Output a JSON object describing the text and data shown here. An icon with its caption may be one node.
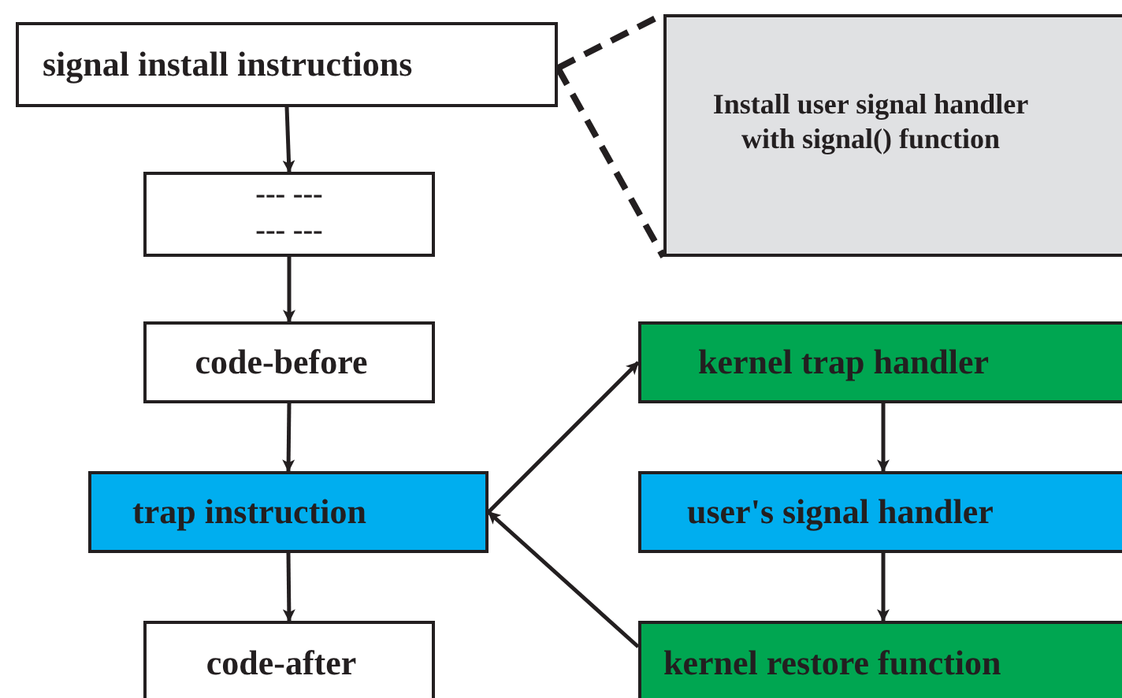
{
  "diagram": {
    "nodes": [
      {
        "text": [
          "signal install instructions"
        ]
      },
      {
        "text": [
          "--- ---",
          "--- ---"
        ]
      },
      {
        "text": [
          "Install user signal handler with signal() function"
        ]
      },
      {
        "text": [
          "code-before"
        ]
      },
      {
        "text": [
          "trap instruction"
        ]
      },
      {
        "text": [
          "code-after"
        ]
      },
      {
        "text": [
          "kernel trap handler"
        ]
      },
      {
        "text": [
          "user's signal handler"
        ]
      },
      {
        "text": [
          "kernel restore function"
        ]
      }
    ],
    "edges": [
      {
        "from": 0,
        "to": 1,
        "arrow": "to"
      },
      {
        "from": 1,
        "to": 3,
        "arrow": "to"
      },
      {
        "from": 3,
        "to": 4,
        "arrow": "to"
      },
      {
        "from": 4,
        "to": 5,
        "arrow": "to"
      },
      {
        "from": 0,
        "to": 2,
        "arrow": "none",
        "style": "dashed"
      },
      {
        "from": 0,
        "to": 2,
        "arrow": "none",
        "style": "dashed"
      },
      {
        "from": 4,
        "to": 6,
        "arrow": "to"
      },
      {
        "from": 6,
        "to": 7,
        "arrow": "to"
      },
      {
        "from": 7,
        "to": 8,
        "arrow": "to"
      },
      {
        "from": 8,
        "to": 4,
        "arrow": "to"
      }
    ]
  }
}
